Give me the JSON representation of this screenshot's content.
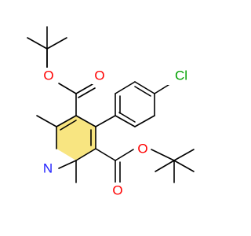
{
  "molecule": {
    "atoms": {
      "chlorine": {
        "text": "Cl",
        "color": "#00a000"
      },
      "nitrogen": {
        "text": "N",
        "color": "#2020ff"
      },
      "oxygen_carbonyl_top": {
        "text": "O",
        "color": "#ff0000"
      },
      "oxygen_ether_top": {
        "text": "O",
        "color": "#ff0000"
      },
      "oxygen_carbonyl_bottom": {
        "text": "O",
        "color": "#ff0000"
      },
      "oxygen_ether_bottom": {
        "text": "O",
        "color": "#ff0000"
      }
    },
    "colors": {
      "bond": "#000000",
      "ring_highlight": "#f2cf1a"
    }
  }
}
